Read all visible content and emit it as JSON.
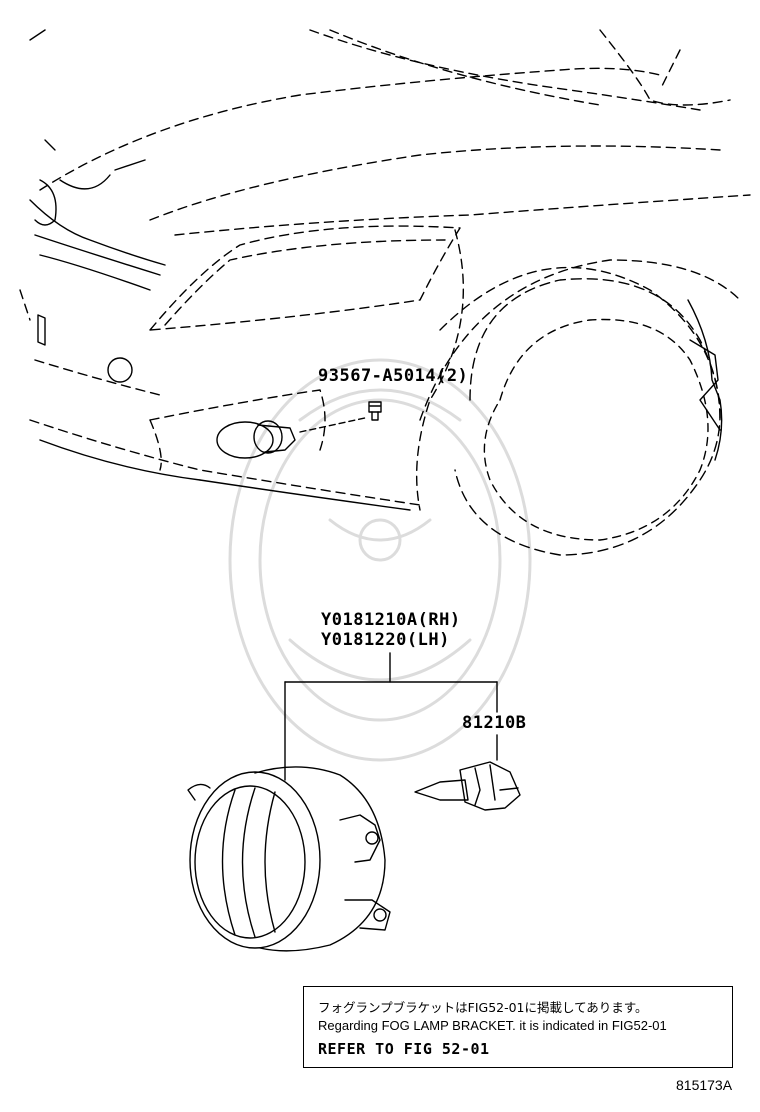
{
  "parts": {
    "screw": "93567-A5014(2)",
    "fog_lamp_rh": "Y0181210A(RH)",
    "fog_lamp_lh": "Y0181220(LH)",
    "bulb": "81210B"
  },
  "note": {
    "japanese": "フォグランプブラケットはFIG52-01に掲載してあります。",
    "english": "Regarding FOG LAMP BRACKET. it is indicated in FIG52-01",
    "refer": "REFER TO FIG 52-01"
  },
  "figure_number": "815173A"
}
